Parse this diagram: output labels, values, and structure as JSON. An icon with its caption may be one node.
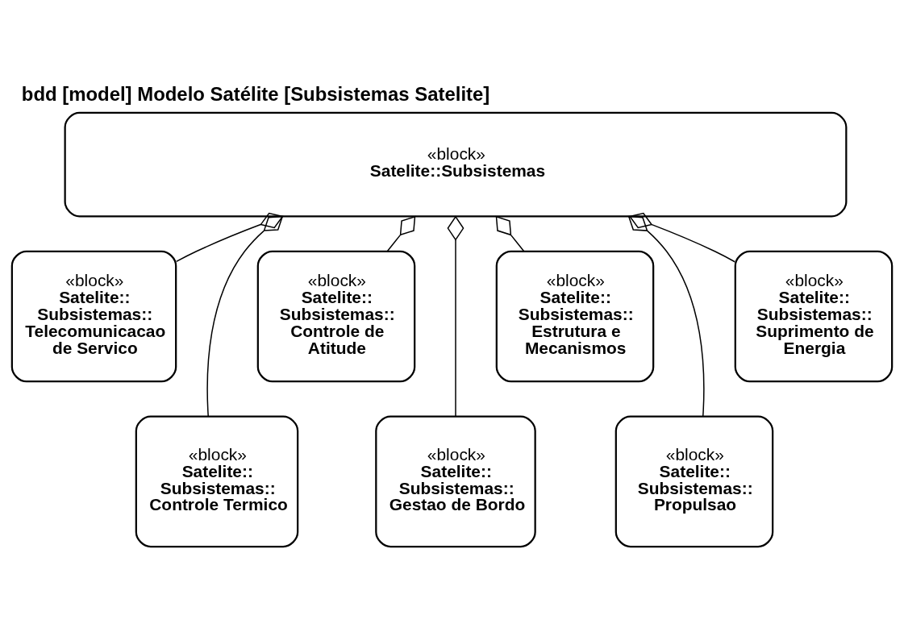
{
  "diagram": {
    "title": "bdd [model] Modelo Satélite [Subsistemas Satelite]",
    "nodes": [
      {
        "text": [
          "«block»",
          "Satelite::Subsistemas"
        ]
      },
      {
        "text": [
          "«block»",
          "Satelite:: Subsistemas:: Telecomunicacao de Servico"
        ]
      },
      {
        "text": [
          "«block»",
          "Satelite:: Subsistemas:: Controle de Atitude"
        ]
      },
      {
        "text": [
          "«block»",
          "Satelite:: Subsistemas:: Estrutura e Mecanismos"
        ]
      },
      {
        "text": [
          "«block»",
          "Satelite:: Subsistemas:: Suprimento de Energia"
        ]
      },
      {
        "text": [
          "«block»",
          "Satelite:: Subsistemas:: Controle Termico"
        ]
      },
      {
        "text": [
          "«block»",
          "Satelite:: Subsistemas:: Gestao de Bordo"
        ]
      },
      {
        "text": [
          "«block»",
          "Satelite:: Subsistemas:: Propulsao"
        ]
      }
    ],
    "edges": [
      {
        "from": 0,
        "to": 1,
        "arrow": "other"
      },
      {
        "from": 0,
        "to": 5,
        "arrow": "other"
      },
      {
        "from": 0,
        "to": 2,
        "arrow": "other"
      },
      {
        "from": 0,
        "to": 6,
        "arrow": "other"
      },
      {
        "from": 0,
        "to": 3,
        "arrow": "other"
      },
      {
        "from": 0,
        "to": 7,
        "arrow": "other"
      },
      {
        "from": 0,
        "to": 4,
        "arrow": "other"
      }
    ]
  }
}
